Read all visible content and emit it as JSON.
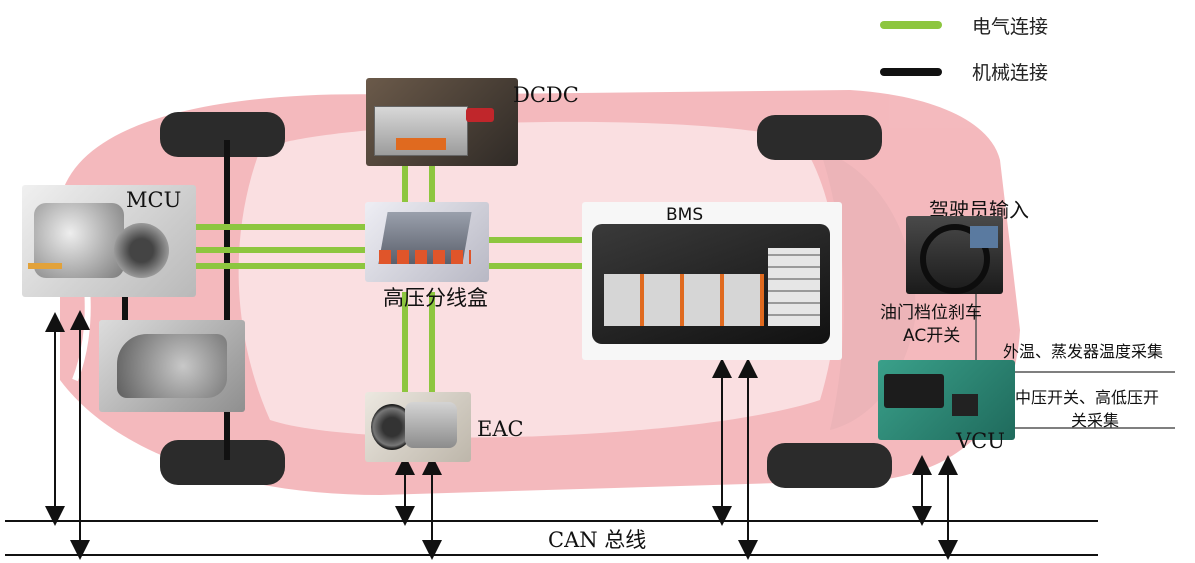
{
  "legend": {
    "electrical": "电气连接",
    "mechanical": "机械连接"
  },
  "components": {
    "dcdc": "DCDC",
    "mcu": "MCU",
    "pdu": "高压分线盒",
    "bms": "BMS",
    "eac": "EAC",
    "vcu": "VCU",
    "driver_input": "驾驶员输入"
  },
  "signals": {
    "pedals_line1": "油门档位刹车",
    "pedals_line2": "AC开关",
    "temp": "外温、蒸发器温度采集",
    "switch_line1": "中压开关、高低压开",
    "switch_line2": "关采集"
  },
  "bus": {
    "label": "CAN 总线"
  },
  "colors": {
    "electrical": "#8dc63f",
    "mechanical": "#111111",
    "car_body": "#e03a45"
  }
}
